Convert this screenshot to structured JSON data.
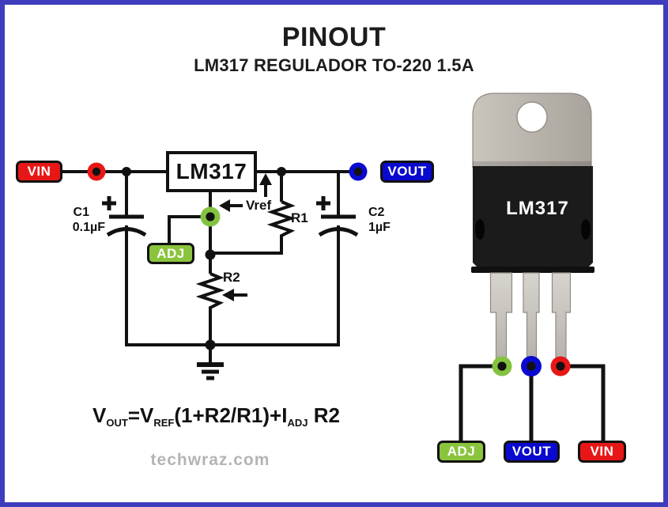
{
  "title": "PINOUT",
  "subtitle": "LM317 REGULADOR TO-220 1.5A",
  "watermark": "techwraz.com",
  "colors": {
    "border_blue": "#3d3dbd",
    "vin_red": "#e81717",
    "vout_blue": "#0909cf",
    "adj_green": "#8ac43c",
    "wire_black": "#111111",
    "watermark_gray": "#b4b4b4",
    "package_tab": "#b7b2aa",
    "package_body": "#1b1b1b"
  },
  "schematic": {
    "ic_label": "LM317",
    "vin_label": "VIN",
    "vout_label": "VOUT",
    "adj_label": "ADJ",
    "vref_label": "Vref",
    "c1": {
      "name": "C1",
      "value": "0.1µF"
    },
    "c2": {
      "name": "C2",
      "value": "1µF"
    },
    "r1": "R1",
    "r2": "R2"
  },
  "formula": {
    "parts": [
      {
        "text": "V"
      },
      {
        "sub": "OUT"
      },
      {
        "text": "=V"
      },
      {
        "sub": "REF"
      },
      {
        "text": "(1+R2/R1)+I"
      },
      {
        "sub": "ADJ"
      },
      {
        "text": " R2"
      }
    ]
  },
  "package": {
    "ic_label": "LM317",
    "type": "TO-220",
    "pins": [
      {
        "name": "ADJ",
        "color": "#8ac43c"
      },
      {
        "name": "VOUT",
        "color": "#0909cf"
      },
      {
        "name": "VIN",
        "color": "#e81717"
      }
    ]
  }
}
